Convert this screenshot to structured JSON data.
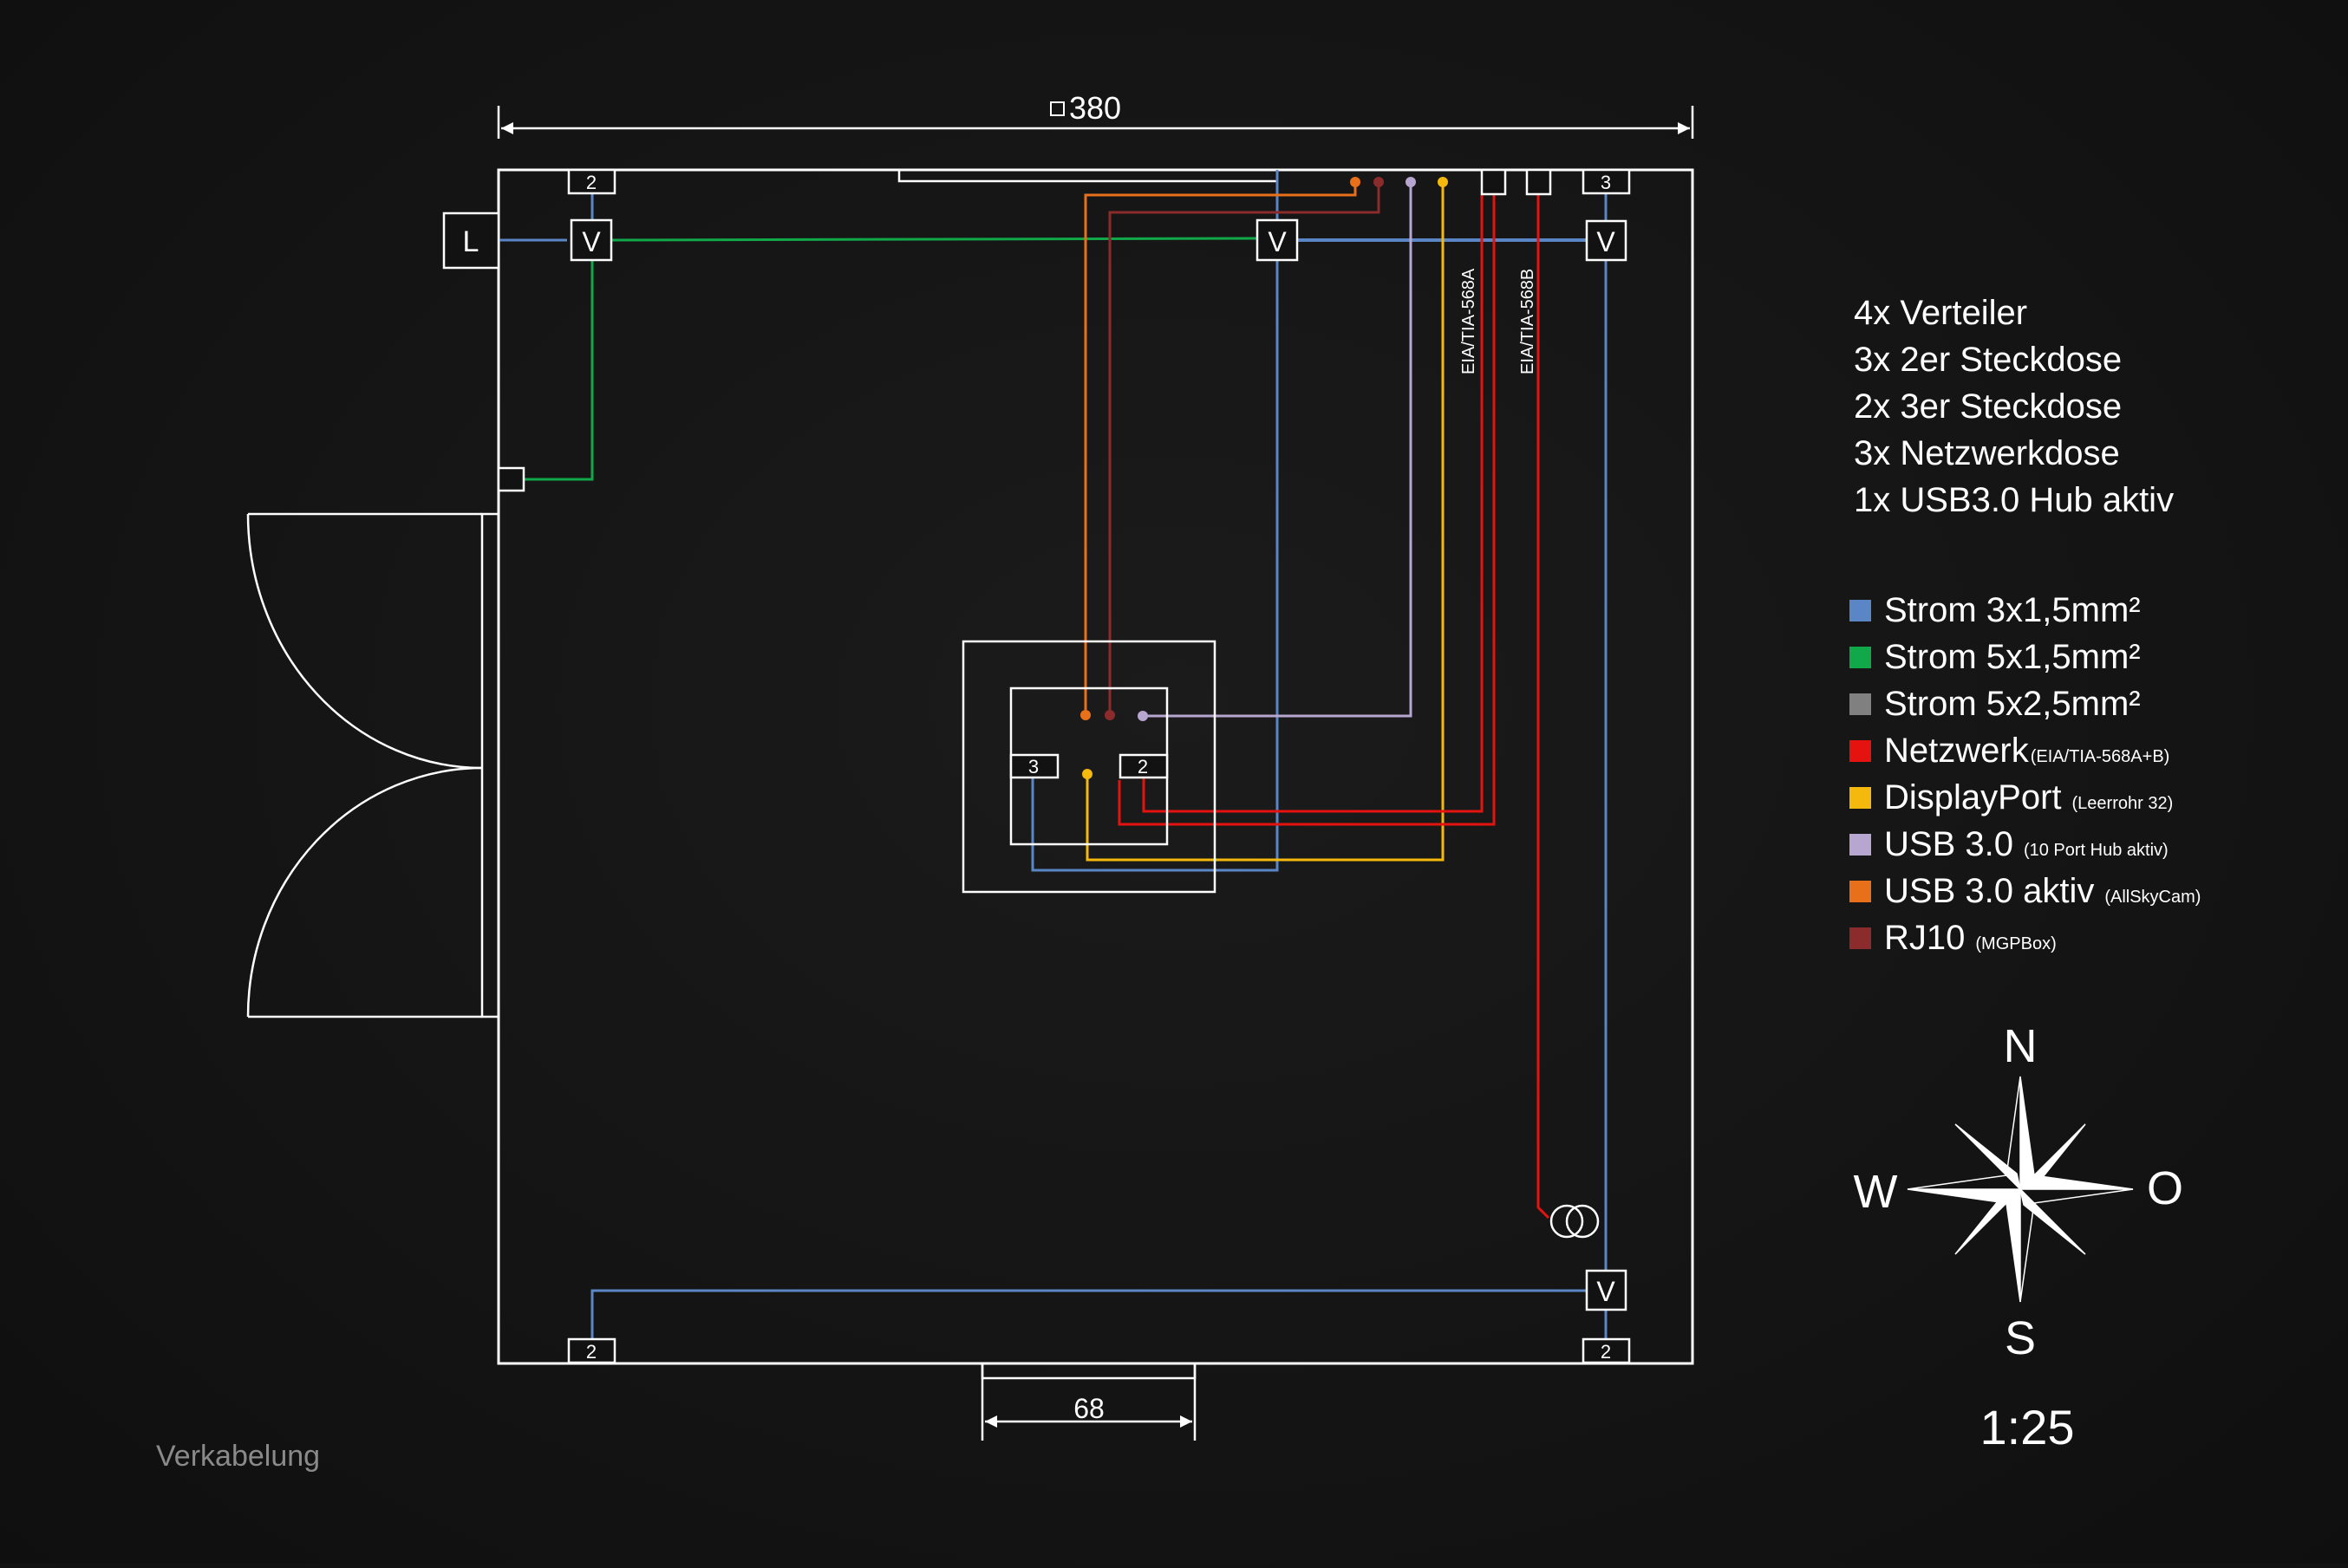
{
  "diagram": {
    "title": "Verkabelung",
    "scale": "1:25",
    "dim_width": "380",
    "dim_door": "68",
    "corner_box_label": "L",
    "distributor_label": "V",
    "socket_labels": {
      "two": "2",
      "three": "3"
    },
    "network_labels": [
      "EIA/TIA-568A",
      "EIA/TIA-568B"
    ]
  },
  "summary": [
    "4x Verteiler",
    "3x 2er Steckdose",
    "2x 3er Steckdose",
    "3x Netzwerkdose",
    "1x USB3.0 Hub aktiv"
  ],
  "legend": [
    {
      "label": "Strom 3x1,5mm²",
      "note": "",
      "color": "#5b86c6"
    },
    {
      "label": "Strom 5x1,5mm²",
      "note": "",
      "color": "#11a84a"
    },
    {
      "label": "Strom 5x2,5mm²",
      "note": "",
      "color": "#808080"
    },
    {
      "label": "Netzwerk",
      "note": "(EIA/TIA-568A+B)",
      "color": "#e4130f"
    },
    {
      "label": "DisplayPort",
      "note": "(Leerrohr 32)",
      "color": "#f5b80c"
    },
    {
      "label": "USB 3.0",
      "note": "(10 Port Hub aktiv)",
      "color": "#b7a6cf"
    },
    {
      "label": "USB 3.0 aktiv",
      "note": "(AllSkyCam)",
      "color": "#e8701a"
    },
    {
      "label": "RJ10",
      "note": "(MGPBox)",
      "color": "#8b2b2b"
    }
  ],
  "compass": {
    "n": "N",
    "s": "S",
    "w": "W",
    "e": "O"
  }
}
